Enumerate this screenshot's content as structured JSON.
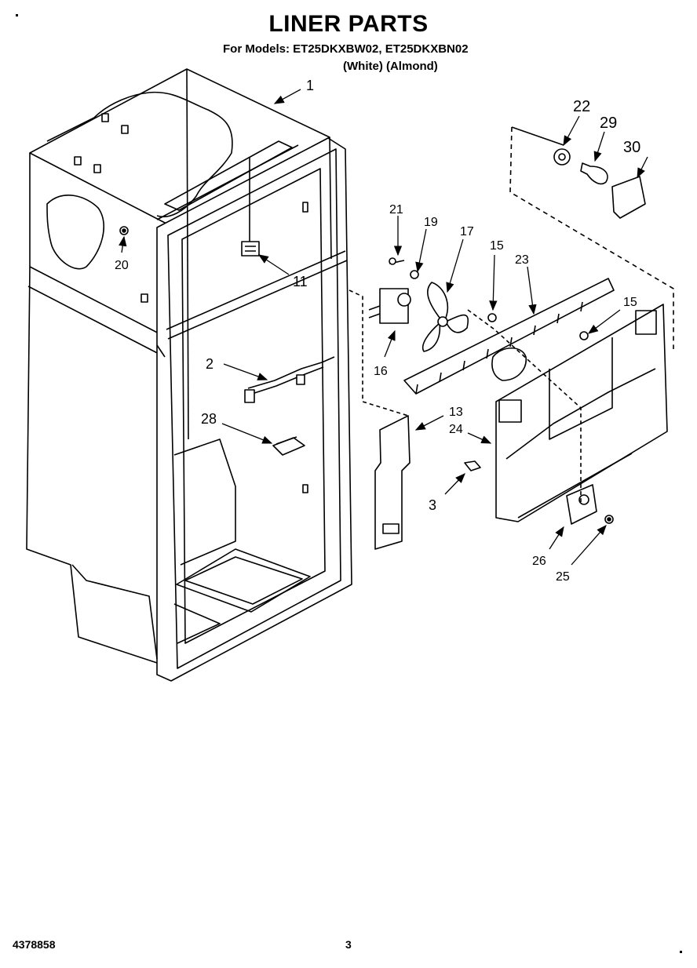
{
  "header": {
    "title": "LINER PARTS",
    "models_line": "For Models: ET25DKXBW02, ET25DKXBN02",
    "colors_line": "(White)  (Almond)"
  },
  "callouts": [
    "1",
    "2",
    "3",
    "11",
    "13",
    "15",
    "15",
    "16",
    "17",
    "19",
    "20",
    "21",
    "22",
    "23",
    "24",
    "25",
    "26",
    "28",
    "29",
    "30"
  ],
  "footer": {
    "document_number": "4378858",
    "page_number": "3"
  }
}
